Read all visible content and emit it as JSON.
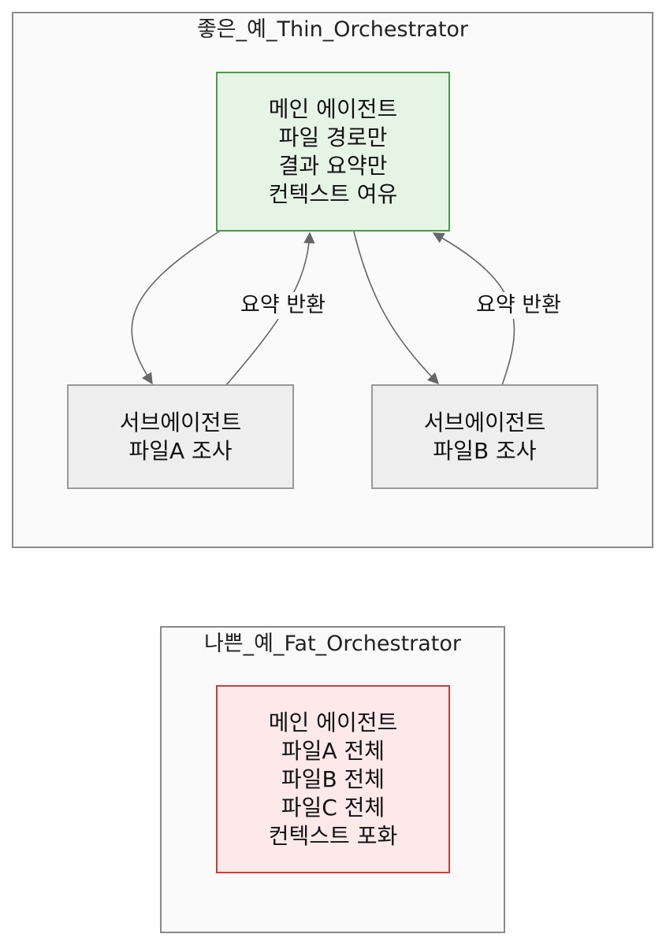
{
  "good_example": {
    "title": "좋은_예_Thin_Orchestrator",
    "main_node": {
      "lines": [
        "메인 에이전트",
        "파일 경로만",
        "결과 요약만",
        "컨텍스트 여유"
      ],
      "fill": "#e6f4e6",
      "stroke": "#4a9a4a"
    },
    "sub_node_a": {
      "lines": [
        "서브에이전트",
        "파일A 조사"
      ],
      "fill": "#eeeeee",
      "stroke": "#999999"
    },
    "sub_node_b": {
      "lines": [
        "서브에이전트",
        "파일B 조사"
      ],
      "fill": "#eeeeee",
      "stroke": "#999999"
    },
    "edge_label_a": "요약 반환",
    "edge_label_b": "요약 반환"
  },
  "bad_example": {
    "title": "나쁜_예_Fat_Orchestrator",
    "main_node": {
      "lines": [
        "메인 에이전트",
        "파일A 전체",
        "파일B 전체",
        "파일C 전체",
        "컨텍스트 포화"
      ],
      "fill": "#fde8ea",
      "stroke": "#c84040"
    }
  },
  "colors": {
    "cluster_fill": "#fafafa",
    "cluster_stroke": "#8a8a8a",
    "edge": "#666666"
  }
}
